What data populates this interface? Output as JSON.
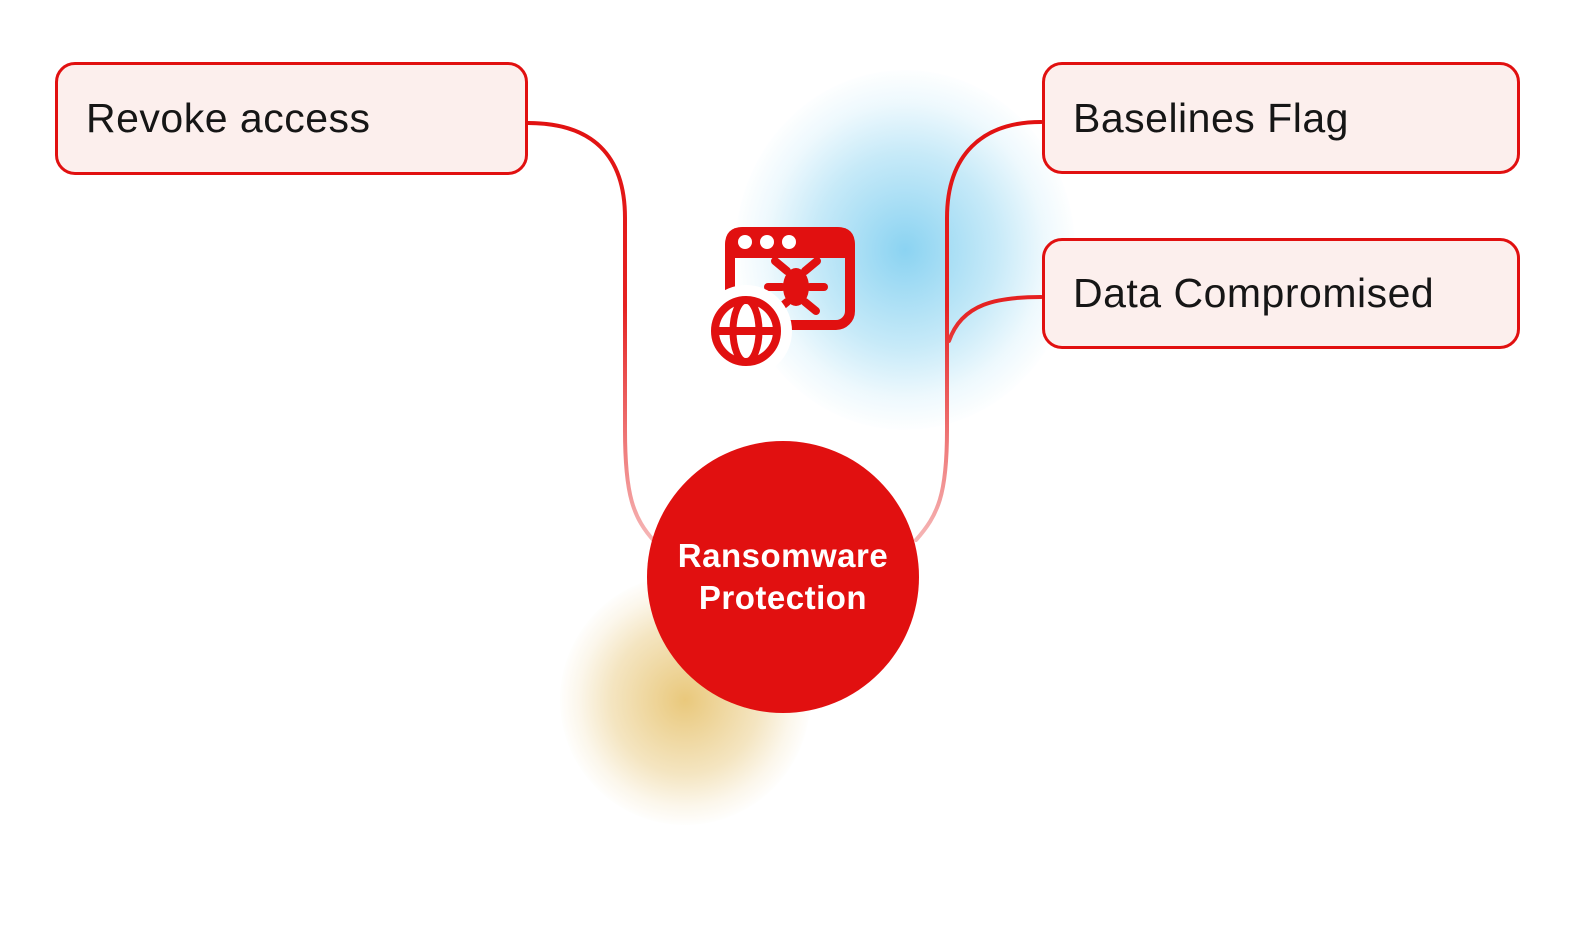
{
  "center_node": {
    "line1": "Ransomware",
    "line2": "Protection"
  },
  "nodes": [
    {
      "label": "Revoke access"
    },
    {
      "label": "Baselines Flag"
    },
    {
      "label": "Data Compromised"
    }
  ],
  "icons": {
    "center_icon": "browser-bug-globe-icon"
  },
  "colors": {
    "accent_red": "#e11010",
    "node_fill": "#fcefed",
    "node_border": "#e11010",
    "node_text": "#161616",
    "center_text": "#ffffff",
    "connector_top": "#e11010",
    "connector_fade": "#f6b9b9",
    "blue_glow": "#6ec8ee",
    "yellow_glow": "#e2b650"
  }
}
